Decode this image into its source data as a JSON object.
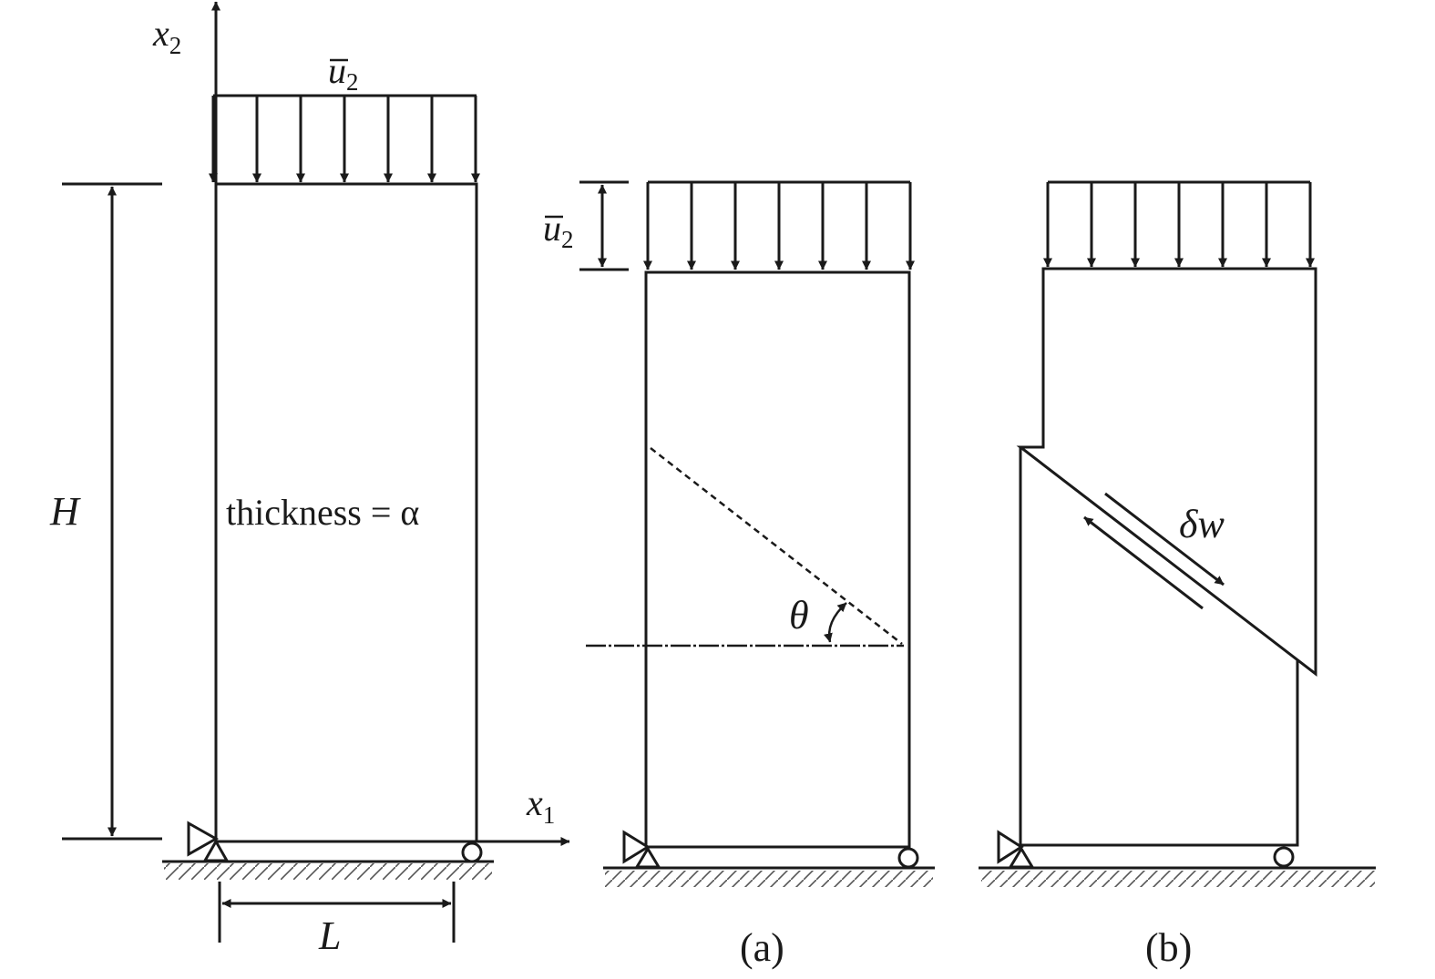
{
  "labels": {
    "axis_x1": "x",
    "axis_x1_sub": "1",
    "axis_x2": "x",
    "axis_x2_sub": "2",
    "disp_left": "u",
    "disp_left_sub": "2",
    "disp_mid": "u",
    "disp_mid_sub": "2",
    "height": "H",
    "length": "L",
    "thickness": "thickness = α",
    "angle": "θ",
    "slip": "δw",
    "caption_a": "(a)",
    "caption_b": "(b)"
  },
  "colors": {
    "ink": "#1a1a1a",
    "background": "#ffffff"
  }
}
